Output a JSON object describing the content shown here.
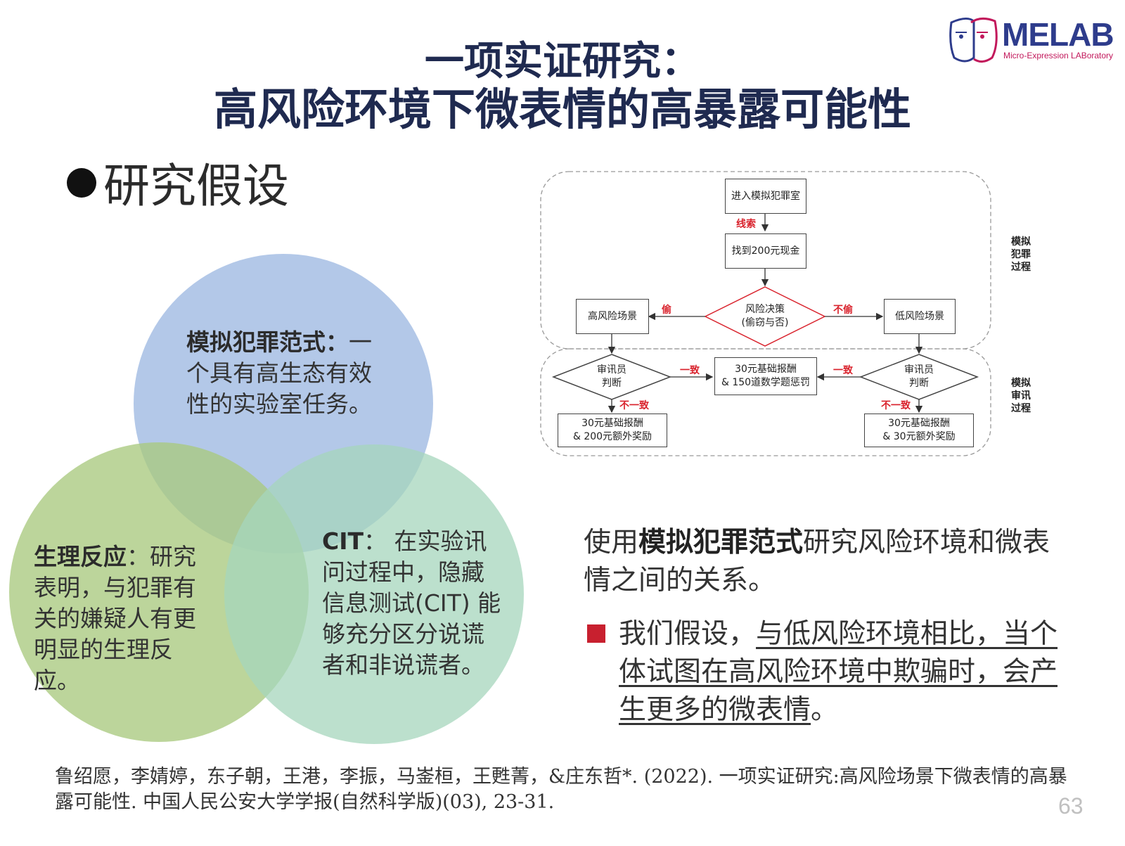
{
  "logo": {
    "name": "MELAB",
    "subtitle": "Micro-Expression LABoratory"
  },
  "title": {
    "line1": "一项实证研究：",
    "line2": "高风险环境下微表情的高暴露可能性"
  },
  "section_heading": "研究假设",
  "venn": {
    "top": {
      "bold": "模拟犯罪范式：",
      "text": "一个具有高生态有效性的实验室任务。",
      "color": "#9db9e2"
    },
    "left": {
      "bold": "生理反应",
      "text": "：研究表明，与犯罪有关的嫌疑人有更明显的生理反应。",
      "color": "#b2cf8c"
    },
    "right": {
      "bold": "CIT",
      "text": "： 在实验讯问过程中，隐藏信息测试(CIT) 能够充分区分说谎者和非说谎者。",
      "color": "#a6d6bc"
    }
  },
  "flowchart": {
    "enter": "进入模拟犯罪室",
    "clue": "线索",
    "find": "找到200元现金",
    "decision": [
      "风险决策",
      "(偷窃与否)"
    ],
    "steal": "偷",
    "nosteal": "不偷",
    "high": "高风险场景",
    "low": "低风险场景",
    "judge": [
      "审讯员",
      "判断"
    ],
    "consistent": "一致",
    "inconsistent": "不一致",
    "penalty": [
      "30元基础报酬",
      "& 150道数学题惩罚"
    ],
    "reward_high": [
      "30元基础报酬",
      "& 200元额外奖励"
    ],
    "reward_low": [
      "30元基础报酬",
      "& 30元额外奖励"
    ],
    "side_top": [
      "模拟",
      "犯罪",
      "过程"
    ],
    "side_bottom": [
      "模拟",
      "审讯",
      "过程"
    ]
  },
  "description": {
    "pre": "使用",
    "bold": "模拟犯罪范式",
    "post": "研究风险环境和微表情之间的关系。"
  },
  "hypothesis": {
    "pre": "我们假设，",
    "underlined": "与低风险环境相比，当个体试图在高风险环境中欺骗时，会产生更多的微表情",
    "post": "。"
  },
  "citation": "鲁绍愿，李婧婷，东子朝，王港，李振，马崟桓，王甦菁，&庄东哲*. (2022). 一项实证研究:高风险场景下微表情的高暴露可能性. 中国人民公安大学学报(自然科学版)(03), 23-31.",
  "page_number": "63"
}
